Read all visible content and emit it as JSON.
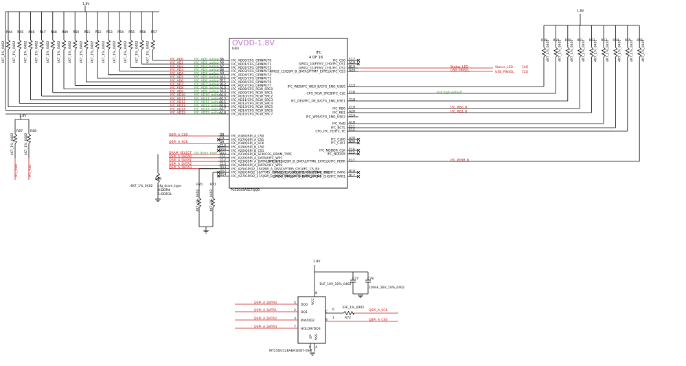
{
  "power": {
    "rail_top_left": "1.8V",
    "rail_top_right": "1.8V",
    "rail_left_small": "1.8V",
    "rail_flash": "1.8V"
  },
  "chip": {
    "title": "OVDD-1.8V",
    "ref": "U6D",
    "unit_line1": "IFC",
    "unit_line2": "4 OF 16",
    "part": "PLS1043ASE7QQB",
    "left_pins": [
      {
        "num": "B6",
        "name": "IFC_AD00/CFG_GPINPUT0",
        "net": "IFC_AD0"
      },
      {
        "num": "A6",
        "name": "IFC_AD01/CFG_GPINPUT1",
        "net": "IFC_AD1"
      },
      {
        "num": "A7",
        "name": "IFC_AD02/CFG_GPINPUT2",
        "net": "IFC_AD2"
      },
      {
        "num": "B8",
        "name": "IFC_AD03/CFG_GPINPUT3",
        "net": "IFC_AD3"
      },
      {
        "num": "A9",
        "name": "IFC_AD04/CFG_GPINPUT4",
        "net": "IFC_AD4"
      },
      {
        "num": "A11",
        "name": "IFC_AD05/CFG_GPINPUT5",
        "net": "IFC_AD5"
      },
      {
        "num": "B11",
        "name": "IFC_AD06/CFG_GPINPUT6",
        "net": "IFC_AD6"
      },
      {
        "num": "B12",
        "name": "IFC_AD07/CFG_GPINPUT7",
        "net": "IFC_AD7"
      },
      {
        "num": "A10",
        "name": "IFC_AD08/CFG_RCW_SRC0",
        "net": "IFC_AD8"
      },
      {
        "num": "A13",
        "name": "IFC_AD09/CFG_RCW_SRC1",
        "net": "IFC_AD9"
      },
      {
        "num": "A14",
        "name": "IFC_AD10/CFG_RCW_SRC2",
        "net": "IFC_AD10"
      },
      {
        "num": "A15",
        "name": "IFC_AD11/CFG_RCW_SRC3",
        "net": "IFC_AD11"
      },
      {
        "num": "B15",
        "name": "IFC_AD12/CFG_RCW_SRC4",
        "net": "IFC_AD12"
      },
      {
        "num": "A16",
        "name": "IFC_AD13/CFG_RCW_SRC5",
        "net": "IFC_AD13"
      },
      {
        "num": "A17",
        "name": "IFC_AD14/CFG_RCW_SRC6",
        "net": "IFC_AD14"
      },
      {
        "num": "A18",
        "name": "IFC_AD15/CFG_RCW_SRC7",
        "net": "IFC_AD15"
      }
    ],
    "left_pins2": [
      {
        "num": "D8",
        "name": "IFC_A16/QSPI_A_CS0",
        "net": "QSPI_A_CS0"
      },
      {
        "num": "C9",
        "name": "IFC_A17/QSPI_A_CS1",
        "net": ""
      },
      {
        "num": "D9",
        "name": "IFC_A18/QSPI_A_SCK",
        "net": "QSPI_A_SCK"
      },
      {
        "num": "C10",
        "name": "IFC_A19/QSPI_B_CS0",
        "net": ""
      },
      {
        "num": "D10",
        "name": "IFC_A20/QSPI_B_CS1",
        "net": ""
      },
      {
        "num": "D11",
        "name": "IFC_A21/QSPI_B_SCK/CFG_DRAM_TYPE",
        "net": "DRAM_SELECT"
      },
      {
        "num": "C11",
        "name": "IFC_A22/QSPI_A_DATA0/IFC_WP1",
        "net": "QSPI_A_DATA0"
      },
      {
        "num": "C12",
        "name": "IFC_A23/QSPI_A_DATA1/IFC_WP2",
        "net": "QSPI_A_DATA1"
      },
      {
        "num": "C13",
        "name": "IFC_A24/QSPI_A_DATA2/IFC_WP3",
        "net": "QSPI_A_DATA2"
      },
      {
        "num": "D13",
        "name": "IFC_A25/GPIO2_25/QSPI_A_DATA3/FTM5_CH1/IFC_CS_B4",
        "net": "QSPI_A_DATA3"
      },
      {
        "num": "D12",
        "name": "IFC_A26/GPIO2_26/FTM5_CH0/QSPI_A_DQS/IFC_CS_B5/IFC_RB3",
        "net": ""
      },
      {
        "num": "D14",
        "name": "IFC_A27/GPIO2_27/QSPI_B_DQS/FTM6_EXTCLK/IFC_CS_B6",
        "net": ""
      }
    ],
    "right_pins": [
      {
        "num": "C17",
        "name": "IFC_CS0",
        "net": ""
      },
      {
        "num": "A19",
        "name": "GPIO2_10/FTM7_CH0/IFC_CS1",
        "net": ""
      },
      {
        "num": "B19",
        "name": "GPIO2_11/FTM7_CH1/IFC_CS2",
        "net": "Status_LED"
      },
      {
        "num": "D20",
        "name": "GPIO2_12/QSPI_B_DATA3/FTM7_EXTCLK/IFC_CS3",
        "net": "USB_PINSEL"
      },
      {
        "num": "C15",
        "name": "IFC_WE0/IFC_WE0_B/CFG_ENG_USE0",
        "net": ""
      },
      {
        "num": "C16",
        "name": "CFG_RCW_SRC8/IFC_CLE",
        "net": ""
      },
      {
        "num": "C18",
        "name": "IFC_OE0/IFC_OE_B/CFG_ENG_USE1",
        "net": ""
      },
      {
        "num": "C19",
        "name": "IFC_RB0",
        "net": "IFC_RB0_B"
      },
      {
        "num": "A20",
        "name": "IFC_RB1",
        "net": "IFC_RB1_B"
      },
      {
        "num": "C14",
        "name": "IFC_WP0/CFG_ENG_USE2",
        "net": ""
      },
      {
        "num": "A18",
        "name": "IFC_AVD",
        "net": ""
      },
      {
        "num": "E11",
        "name": "IFC_BCTL",
        "net": ""
      },
      {
        "num": "E12",
        "name": "CFG_IFC_TE/IFC_TE",
        "net": ""
      },
      {
        "num": "A20",
        "name": "IFC_CLK0",
        "net": ""
      },
      {
        "num": "B20",
        "name": "IFC_CLK1",
        "net": ""
      },
      {
        "num": "E14",
        "name": "IFC_NDDDR_CLK",
        "net": ""
      },
      {
        "num": "E15",
        "name": "IFC_NDDQS",
        "net": ""
      },
      {
        "num": "E17",
        "name": "GPIO2_13/QSPI_B_DATA2/FTM6_EXTCLK/IFC_PERR",
        "net": "IFC_PERR_B"
      },
      {
        "num": "B18",
        "name": "GPIO2_15/QSPI_B_DATA0/FTM6_CH1/IFC_PAR0",
        "net": ""
      },
      {
        "num": "B17",
        "name": "GPIO2_14/QSPI_B_DATA1/FTM6_CH0/IFC_PAR1",
        "net": ""
      }
    ]
  },
  "resistors_top_left": {
    "refs": [
      "R44",
      "R45",
      "R46",
      "R47",
      "R48",
      "R49",
      "R50",
      "R51",
      "R52",
      "R53",
      "R54",
      "R55",
      "R56",
      "R57"
    ],
    "value": "4K7_1%_0402"
  },
  "resistors_top_right": {
    "refs": [
      "R58",
      "R59",
      "R60",
      "R61",
      "R62",
      "R63",
      "R64",
      "R65",
      "R66"
    ],
    "value": "4K7_1%_0402"
  },
  "resistors_left_small": {
    "refs": [
      "R67",
      "R68"
    ],
    "value": "4K7_1%_0402",
    "nets": [
      "IFC_RB0",
      "IFC_RB1"
    ]
  },
  "pulldowns": {
    "r69": "R69",
    "r70": "R70",
    "r71": "R71",
    "value": "4K7_1%_0402",
    "note1": "cfg_dram_type",
    "note2": "0:DDR4",
    "note3": "1:DDR3L"
  },
  "right_notes": {
    "status_led": "Status_LED",
    "usb_pinsel": "USB_PINSEL",
    "sheet1": "[14]",
    "sheet2": "[11]",
    "pull_high": "Pull high default"
  },
  "flash": {
    "part": "MT25QU128ABA1EW7-0SIT",
    "pins_left": [
      {
        "num": "5",
        "name": "DQ0",
        "net": "QSPI_A_DATA0"
      },
      {
        "num": "2",
        "name": "DQ1",
        "net": "QSPI_A_DATA1"
      },
      {
        "num": "3",
        "name": "W#/DQ2",
        "net": "QSPI_A_DATA2"
      },
      {
        "num": "7",
        "name": "HOLD#/DQ3",
        "net": "QSPI_A_DATA3"
      }
    ],
    "pin_c": "C",
    "pin_s": "S",
    "pin_vcc": "VCC",
    "pin_vss": "VSS",
    "pin_ep": "EP",
    "c_num": "6",
    "s_num": "1",
    "vcc_num": "8",
    "vss_num": "4",
    "ep_num": "9",
    "r72": "R72",
    "r72_val": "33E_1%_0402",
    "sck": "QSPI_A_SCK",
    "cs0": "QSPI_A_CS0",
    "c77": "C77",
    "c77_val": "1UF_10V_10%_0402",
    "c78": "C78",
    "c78_val": "100nF_16V_10%_0402"
  }
}
